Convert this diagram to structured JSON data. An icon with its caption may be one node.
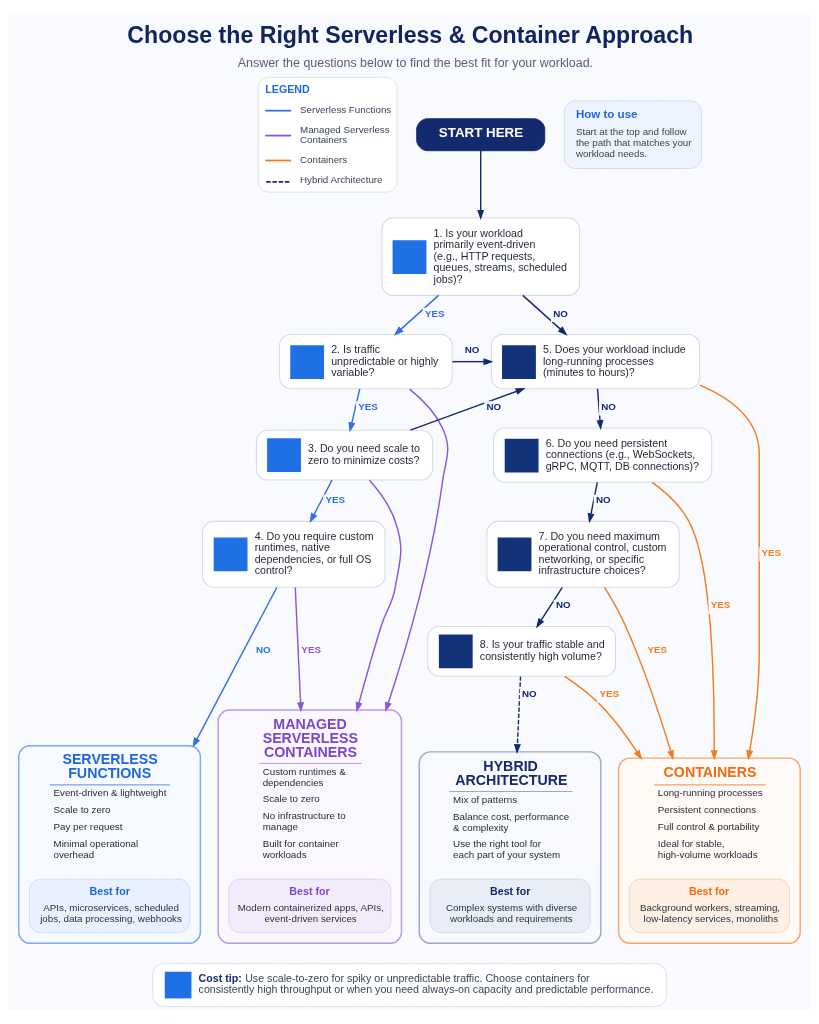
{
  "diagram": {
    "title": "Choose the Right Serverless & Container Approach",
    "caption": "Answer the questions below to find the best fit for your workload.",
    "nodes": [
      {
        "text": [
          "START HERE"
        ]
      },
      {
        "text": [
          "How to use",
          "Start at the top and follow the path that matches your workload needs."
        ]
      },
      {
        "text": [
          "1. Is your workload primarily event-driven (e.g., HTTP requests, queues, streams, scheduled jobs)?"
        ]
      },
      {
        "text": [
          "2. Is traffic unpredictable or highly variable?"
        ]
      },
      {
        "text": [
          "3. Do you need scale to zero to minimize costs?"
        ]
      },
      {
        "text": [
          "4. Do you require custom runtimes, native dependencies, or full OS control?"
        ]
      },
      {
        "text": [
          "5. Does your workload include long-running processes (minutes to hours)?"
        ]
      },
      {
        "text": [
          "6. Do you need persistent connections (e.g., WebSockets, gRPC, MQTT, DB connections)?"
        ]
      },
      {
        "text": [
          "7. Do you need maximum operational control, custom networking, or specific infrastructure choices?"
        ]
      },
      {
        "text": [
          "8. Is your traffic stable and consistently high volume?"
        ]
      },
      {
        "text": [
          "SERVERLESS FUNCTIONS",
          "Event-driven & lightweight",
          "Scale to zero",
          "Pay per request",
          "Minimal operational overhead"
        ]
      },
      {
        "text": [
          "Best for",
          "APIs, microservices, scheduled jobs, data processing, webhooks"
        ],
        "in": 10
      },
      {
        "text": [
          "MANAGED SERVERLESS CONTAINERS",
          "Custom runtimes & dependencies",
          "Scale to zero",
          "No infrastructure to manage",
          "Built for container workloads"
        ]
      },
      {
        "text": [
          "Best for",
          "Modern containerized apps, APIs, event-driven services"
        ],
        "in": 12
      },
      {
        "text": [
          "HYBRID ARCHITECTURE",
          "Mix of patterns",
          "Balance cost, performance & complexity",
          "Use the right tool for each part of your system"
        ]
      },
      {
        "text": [
          "Best for",
          "Complex systems with diverse workloads and requirements"
        ],
        "in": 14
      },
      {
        "text": [
          "CONTAINERS",
          "Long-running processes",
          "Persistent connections",
          "Full control & portability",
          "Ideal for stable, high-volume workloads"
        ]
      },
      {
        "text": [
          "Best for",
          "Background workers, streaming, low-latency services, monoliths"
        ],
        "in": 16
      },
      {
        "text": [
          "Cost tip:",
          "Use scale-to-zero for spiky or unpredictable traffic. Choose containers for consistently high throughput or when you need always-on capacity and predictable performance."
        ]
      }
    ],
    "edges": [
      {
        "from": 0,
        "to": 2,
        "arrow": "to"
      },
      {
        "from": 2,
        "to": 3,
        "arrow": "to",
        "label": "YES",
        "color": "#2f6fe8"
      },
      {
        "from": 2,
        "to": 6,
        "arrow": "to",
        "label": "NO"
      },
      {
        "from": 3,
        "to": 4,
        "arrow": "to",
        "label": "YES",
        "color": "#2f6fe8"
      },
      {
        "from": 3,
        "to": 6,
        "arrow": "to",
        "label": "NO"
      },
      {
        "from": 4,
        "to": 5,
        "arrow": "to",
        "label": "YES",
        "color": "#2f6fe8"
      },
      {
        "from": 4,
        "to": 6,
        "arrow": "to",
        "label": "NO"
      },
      {
        "from": 5,
        "to": 10,
        "arrow": "to",
        "label": "NO",
        "color": "#2f6fe8"
      },
      {
        "from": 5,
        "to": 12,
        "arrow": "to",
        "label": "YES",
        "color": "#8b55d9"
      },
      {
        "from": 6,
        "to": 16,
        "arrow": "to",
        "label": "YES",
        "color": "#f47b20"
      },
      {
        "from": 6,
        "to": 7,
        "arrow": "to",
        "label": "NO"
      },
      {
        "from": 7,
        "to": 16,
        "arrow": "to",
        "label": "YES",
        "color": "#f47b20"
      },
      {
        "from": 7,
        "to": 8,
        "arrow": "to",
        "label": "NO"
      },
      {
        "from": 8,
        "to": 16,
        "arrow": "to",
        "label": "YES",
        "color": "#f47b20"
      },
      {
        "from": 8,
        "to": 9,
        "arrow": "to",
        "label": "NO"
      },
      {
        "from": 9,
        "to": 16,
        "arrow": "to",
        "label": "YES",
        "color": "#f47b20"
      },
      {
        "from": 9,
        "to": 14,
        "arrow": "to",
        "label": "NO",
        "style": "dashed"
      },
      {
        "from": 3,
        "to": 12,
        "arrow": "to",
        "color": "#8b55d9"
      },
      {
        "from": 4,
        "to": 12,
        "arrow": "to",
        "color": "#8b55d9"
      }
    ],
    "labels": [
      "LEGEND"
    ],
    "legend": [
      {
        "text": "Serverless Functions"
      },
      {
        "text": "Managed Serverless Containers"
      },
      {
        "text": "Containers"
      },
      {
        "text": "Hybrid Architecture"
      }
    ]
  }
}
